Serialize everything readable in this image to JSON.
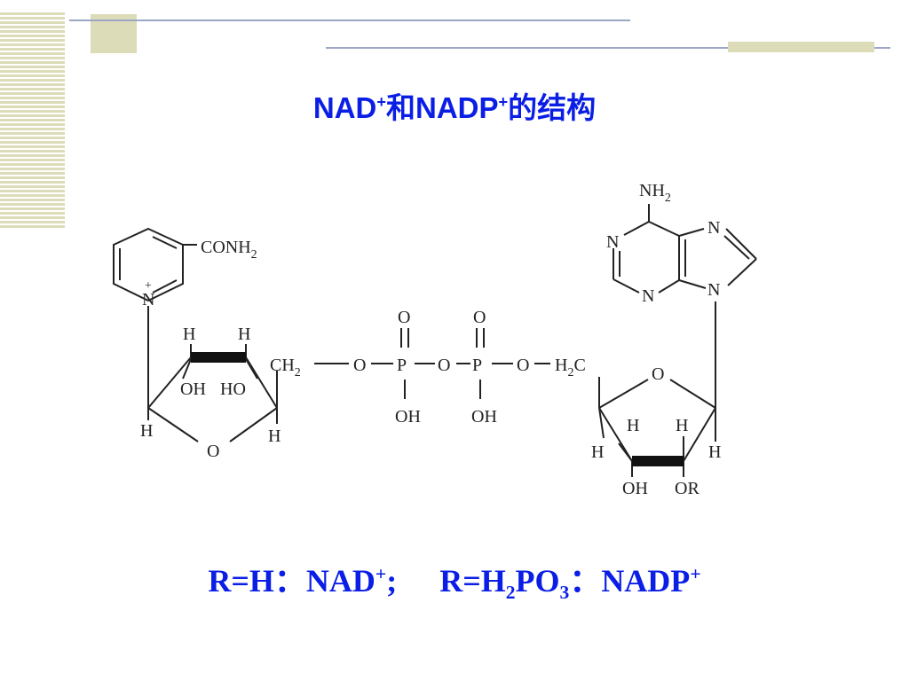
{
  "title": {
    "p1": "NAD",
    "sup1": "+",
    "p2": "和NADP",
    "sup2": "+",
    "p3": "的结构"
  },
  "structure": {
    "conh2": "CONH",
    "conh2_sub": "2",
    "n_plus": "+",
    "n_pyr": "N",
    "h_a": "H",
    "h_b": "H",
    "oh_a": "OH",
    "ho_a": "HO",
    "h_c": "H",
    "h_d": "H",
    "o_ring1": "O",
    "ch2_left": "CH",
    "ch2_left_sub": "2",
    "o1": "O",
    "p1": "P",
    "o2": "O",
    "p2": "P",
    "o3": "O",
    "h2c": "H",
    "h2c_sub": "2",
    "h2c_c": "C",
    "po_o1": "O",
    "po_o2": "O",
    "po_oh1": "OH",
    "po_oh2": "OH",
    "nh2": "NH",
    "nh2_sub": "2",
    "n1": "N",
    "n3": "N",
    "n7": "N",
    "n9": "N",
    "o_ring2": "O",
    "h_e": "H",
    "h_f": "H",
    "h_g": "H",
    "h_h": "H",
    "oh_b": "OH",
    "or_b": "OR"
  },
  "formula": {
    "a1": "R=H：NAD",
    "a_sup": "+",
    "a2": ";",
    "b1": "R=H",
    "b_sub1": "2",
    "b2": "PO",
    "b_sub2": "3",
    "b3": "：NADP",
    "b_sup": "+"
  },
  "colors": {
    "accent": "#0a1ee6",
    "deco_beige": "#dcdcb8",
    "deco_line": "#9ba7c4"
  }
}
